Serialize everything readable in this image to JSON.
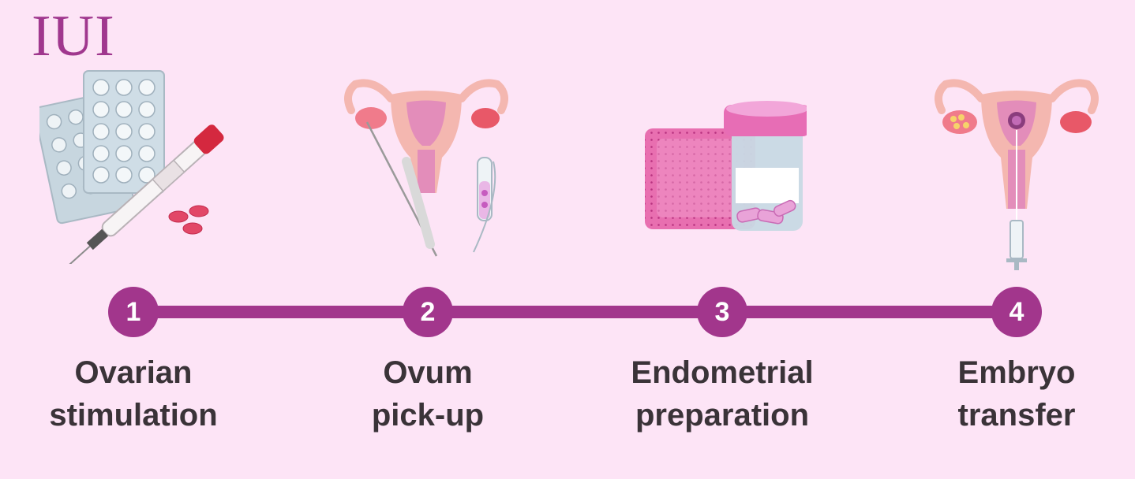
{
  "title": "IUI",
  "colors": {
    "accent": "#a2368c",
    "background": "#fde4f6",
    "text": "#3a3338"
  },
  "steps": [
    {
      "number": "1",
      "line1": "Ovarian",
      "line2": "stimulation",
      "icon": "pills-and-injection-pen-icon"
    },
    {
      "number": "2",
      "line1": "Ovum",
      "line2": "pick-up",
      "icon": "uterus-with-needle-and-test-tube-icon"
    },
    {
      "number": "3",
      "line1": "Endometrial",
      "line2": "preparation",
      "icon": "patch-and-pill-jar-icon"
    },
    {
      "number": "4",
      "line1": "Embryo",
      "line2": "transfer",
      "icon": "uterus-with-syringe-icon"
    }
  ]
}
